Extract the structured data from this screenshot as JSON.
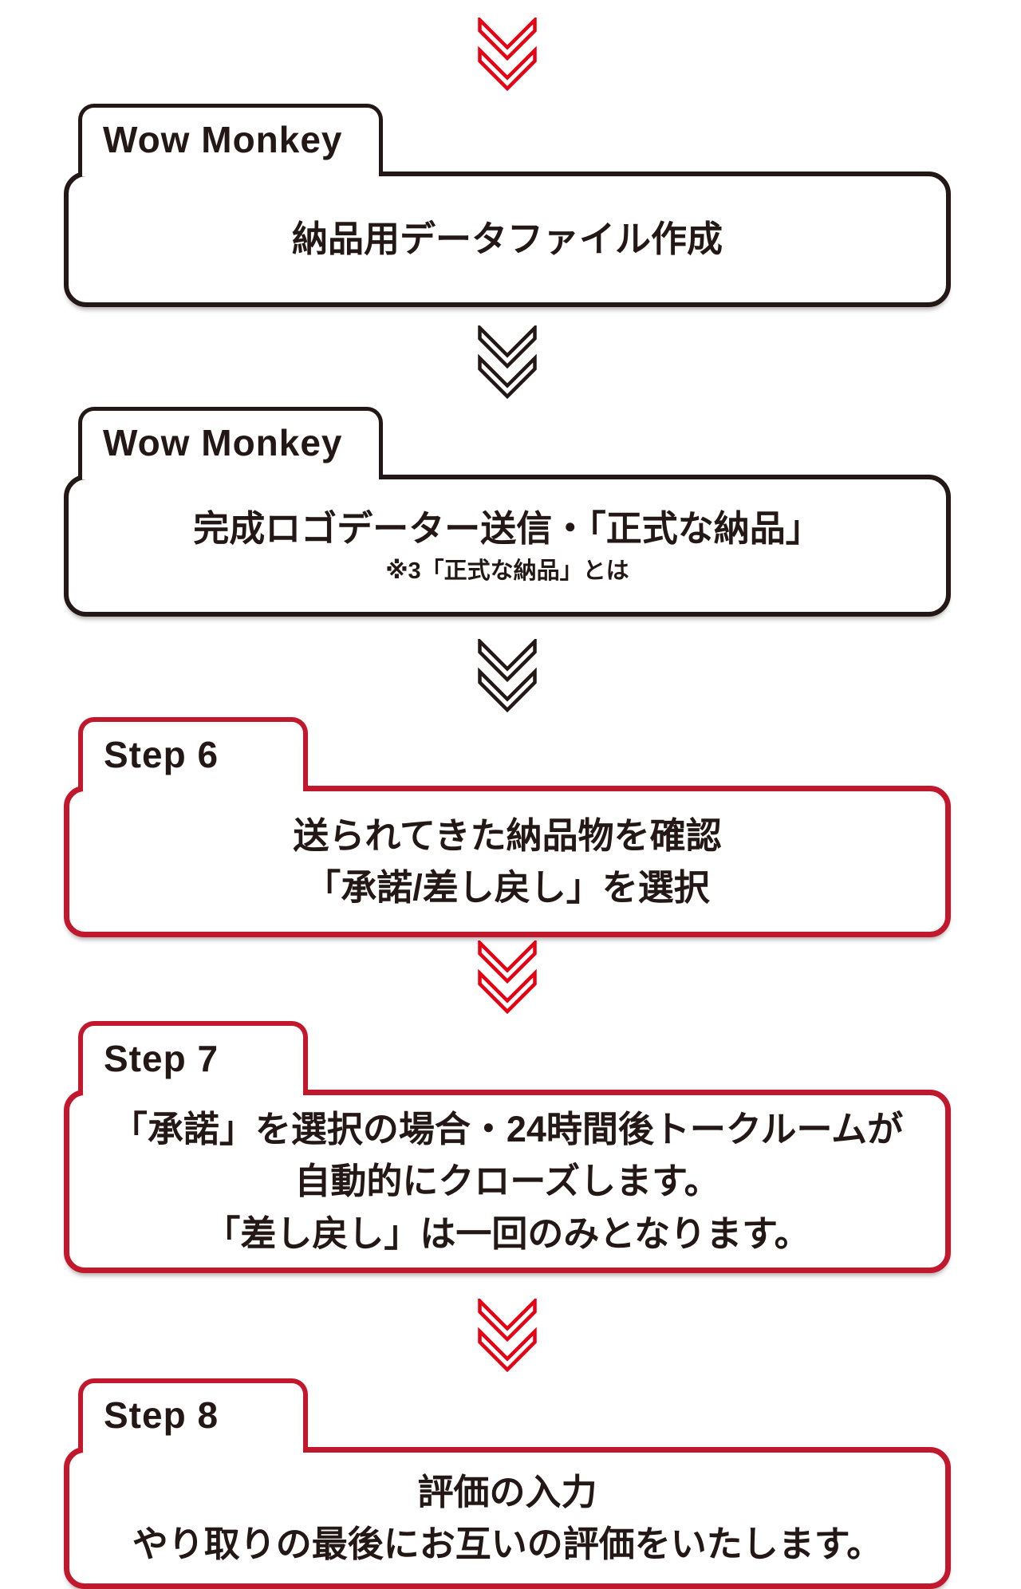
{
  "colors": {
    "dark": "#231815",
    "chevron_red": "#e60012",
    "step_red": "#c2182e"
  },
  "connectors": [
    {
      "id": "top",
      "icon": "down-chevron-icon",
      "color": "red"
    },
    {
      "id": "after-wow-monkey-1",
      "icon": "down-chevron-icon",
      "color": "dark"
    },
    {
      "id": "after-wow-monkey-2",
      "icon": "down-chevron-icon",
      "color": "dark"
    },
    {
      "id": "after-step-6",
      "icon": "down-chevron-icon",
      "color": "red"
    },
    {
      "id": "after-step-7",
      "icon": "down-chevron-icon",
      "color": "red"
    }
  ],
  "sections": [
    {
      "tab": "Wow Monkey",
      "style": "dark",
      "lines": [
        "納品用データファイル作成"
      ]
    },
    {
      "tab": "Wow Monkey",
      "style": "dark",
      "lines": [
        "完成ロゴデーター送信・「正式な納品」"
      ],
      "note": "※3「正式な納品」とは"
    },
    {
      "tab": "Step 6",
      "style": "red",
      "lines": [
        "送られてきた納品物を確認",
        "「承諾/差し戻し」を選択"
      ]
    },
    {
      "tab": "Step 7",
      "style": "red",
      "lines": [
        "「承諾」を選択の場合・24時間後トークルームが",
        "自動的にクローズします。",
        "「差し戻し」は一回のみとなります。"
      ]
    },
    {
      "tab": "Step 8",
      "style": "red",
      "lines": [
        "評価の入力",
        "やり取りの最後にお互いの評価をいたします。"
      ]
    }
  ]
}
